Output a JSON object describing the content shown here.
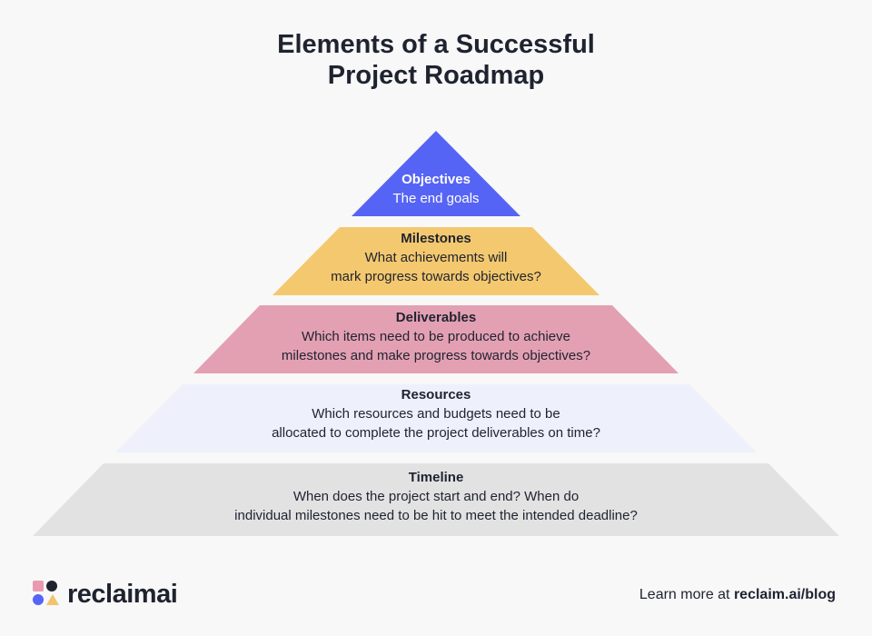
{
  "title": {
    "line1": "Elements of a Successful",
    "line2": "Project Roadmap"
  },
  "tiers": [
    {
      "title": "Objectives",
      "lines": [
        "The end goals"
      ],
      "color": "#5664f5"
    },
    {
      "title": "Milestones",
      "lines": [
        "What achievements will",
        "mark progress towards objectives?"
      ],
      "color": "#f4c86e"
    },
    {
      "title": "Deliverables",
      "lines": [
        "Which items need to be produced to achieve",
        "milestones and make progress towards objectives?"
      ],
      "color": "#e4a0b3"
    },
    {
      "title": "Resources",
      "lines": [
        "Which resources and budgets need to be",
        "allocated to complete the project deliverables on time?"
      ],
      "color": "#eef0fb"
    },
    {
      "title": "Timeline",
      "lines": [
        "When does the project start and end? When do",
        "individual milestones need to be hit to meet the intended deadline?"
      ],
      "color": "#e2e2e2"
    }
  ],
  "footer": {
    "logo_text": "reclaimai",
    "link_prefix": "Learn more at ",
    "link_url": "reclaim.ai/blog"
  },
  "colors": {
    "background": "#f8f8f8",
    "text": "#1f2330"
  }
}
